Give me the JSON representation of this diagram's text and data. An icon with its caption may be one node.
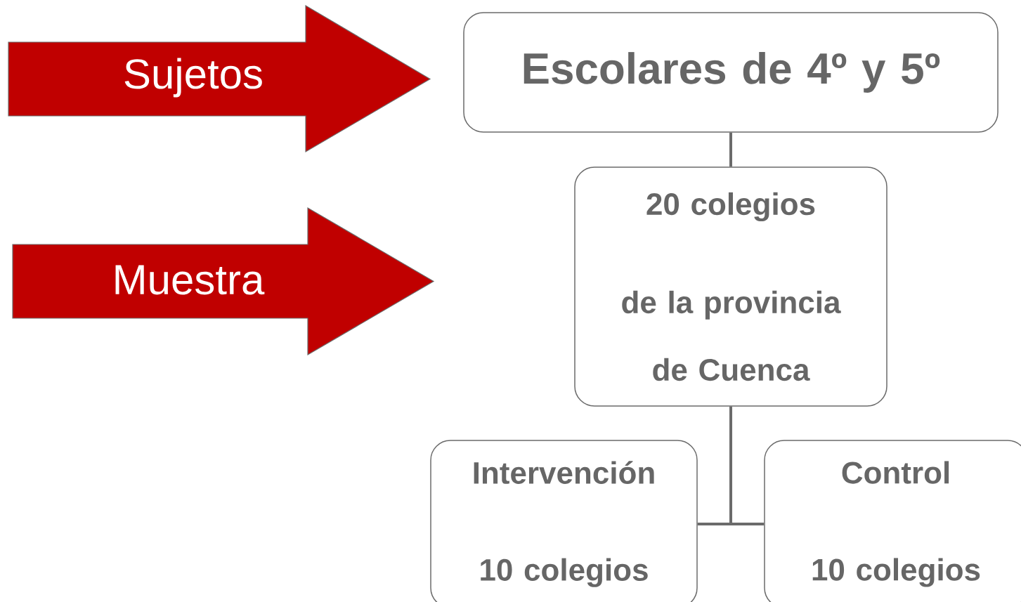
{
  "diagram": {
    "nodes": [
      {
        "text": [
          "Sujetos"
        ]
      },
      {
        "text": [
          "Escolares de 4º y 5º"
        ]
      },
      {
        "text": [
          "Muestra"
        ]
      },
      {
        "text": [
          "20 colegios",
          "de la provincia de Cuenca"
        ]
      },
      {
        "text": [
          "Intervención",
          "10 colegios"
        ]
      },
      {
        "text": [
          "Control",
          "10 colegios"
        ]
      }
    ],
    "edges": [
      {
        "from": 1,
        "to": 3,
        "arrow": "none"
      },
      {
        "from": 3,
        "to": 4,
        "arrow": "none"
      },
      {
        "from": 3,
        "to": 5,
        "arrow": "none"
      }
    ]
  }
}
